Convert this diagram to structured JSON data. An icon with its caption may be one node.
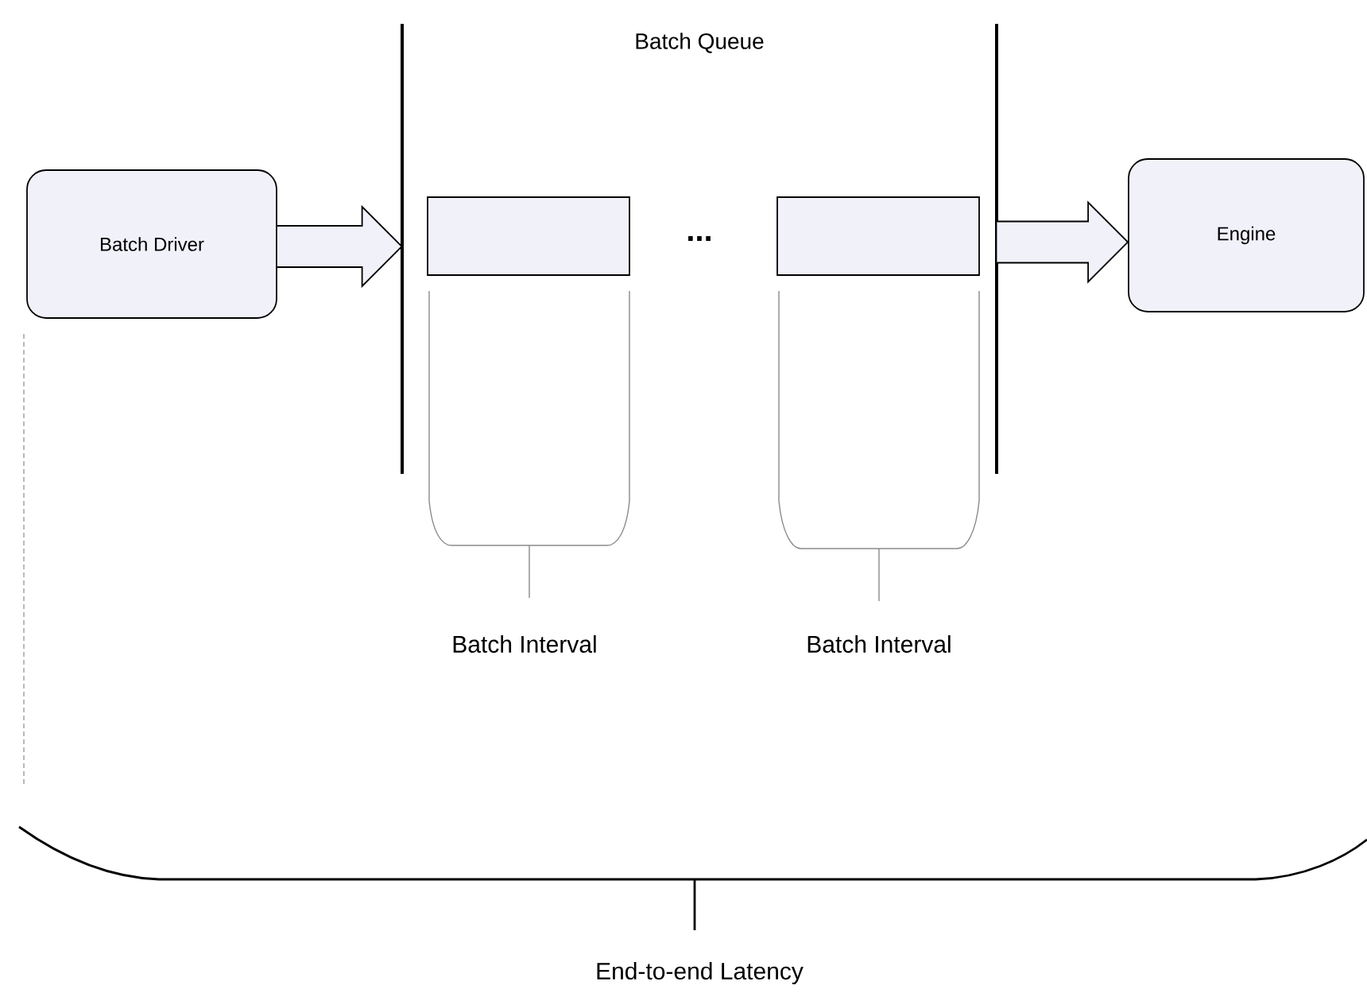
{
  "diagram": {
    "nodes": [
      {
        "text": [
          "Batch Driver"
        ]
      },
      {
        "text": [
          "Batch Queue"
        ]
      },
      {
        "text": [],
        "shape": "box",
        "in": 1
      },
      {
        "text": [],
        "shape": "box",
        "in": 1
      },
      {
        "text": [
          "Engine"
        ]
      }
    ],
    "edges": [
      {
        "from": 0,
        "to": 1,
        "arrow": "to"
      },
      {
        "from": 1,
        "to": 4,
        "arrow": "to"
      }
    ],
    "labels": [
      "...",
      "Batch Interval",
      "Batch Interval",
      "End-to-end Latency"
    ]
  }
}
